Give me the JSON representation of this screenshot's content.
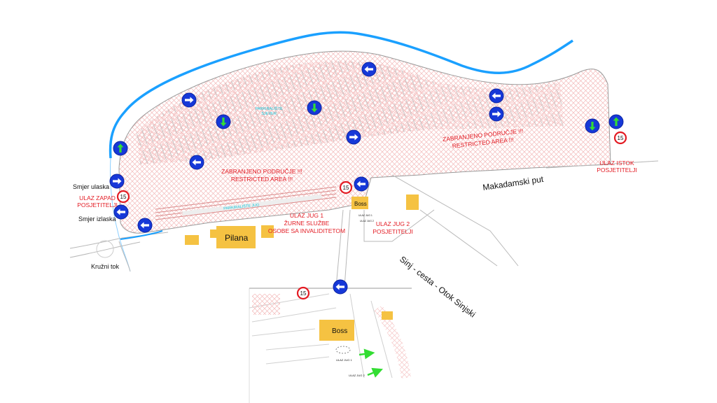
{
  "colors": {
    "river": "#1aa0ff",
    "restricted_hatch": "#f3b9b9",
    "parking_lines": "#c9c9c9",
    "building": "#f5c242",
    "sign_blue": "#1638d8",
    "arrow_green": "#33dd33",
    "limit_red": "#e31b23"
  },
  "labels": {
    "restricted_1": "ZABRANJENO PODRUČJE !!!",
    "restricted_1b": "RESTRICTED AREA !!!",
    "restricted_2": "ZABRANJENO PODRUČJE !!!",
    "restricted_2b": "RESTRICTED AREA !!!",
    "parking_north_1": "PARKIRALIŠTE",
    "parking_north_2": "SJEVER",
    "parking_south": "PARKIRALIŠTE JUG",
    "entry_west_1": "ULAZ ZAPAD",
    "entry_west_2": "POSJETITELJI",
    "entry_east_1": "ULAZ ISTOK",
    "entry_east_2": "POSJETITELJI",
    "entry_south1_1": "ULAZ JUG 1",
    "entry_south1_2": "ŽURNE SLUŽBE",
    "entry_south1_3": "OSOBE SA INVALIDITETOM",
    "entry_south2_1": "ULAZ JUG 2",
    "entry_south2_2": "POSJETITELJI",
    "smijer_ulaska": "Smjer ulaska",
    "smijer_izlaska": "Smjer izlaska",
    "kruzni_tok": "Kružni tok",
    "makadamski": "Makadamski put",
    "sinj_road": "Sinj - cesta - Otok Sinjski",
    "pilana": "Pilana",
    "boss": "Boss",
    "boss_inset": "Boss",
    "tiny_jug1": "ULAZ JUG 1",
    "tiny_jug2": "ULAZ JUG 2",
    "inset_jug1": "ULAZ JUG 1",
    "inset_jug2": "ULAZ JUG 2"
  },
  "speed_limits": [
    "15",
    "15",
    "15",
    "15"
  ],
  "signs": [
    {
      "icon": "arrow-up-icon"
    },
    {
      "icon": "arrow-right-icon"
    },
    {
      "icon": "arrow-down-icon"
    },
    {
      "icon": "arrow-down-icon"
    },
    {
      "icon": "arrow-left-icon"
    },
    {
      "icon": "arrow-left-icon"
    },
    {
      "icon": "arrow-right-icon"
    },
    {
      "icon": "arrow-right-icon"
    },
    {
      "icon": "arrow-down-icon"
    },
    {
      "icon": "arrow-up-icon"
    },
    {
      "icon": "arrow-right-icon"
    },
    {
      "icon": "arrow-left-icon"
    },
    {
      "icon": "arrow-left-icon"
    },
    {
      "icon": "arrow-left-icon"
    }
  ]
}
